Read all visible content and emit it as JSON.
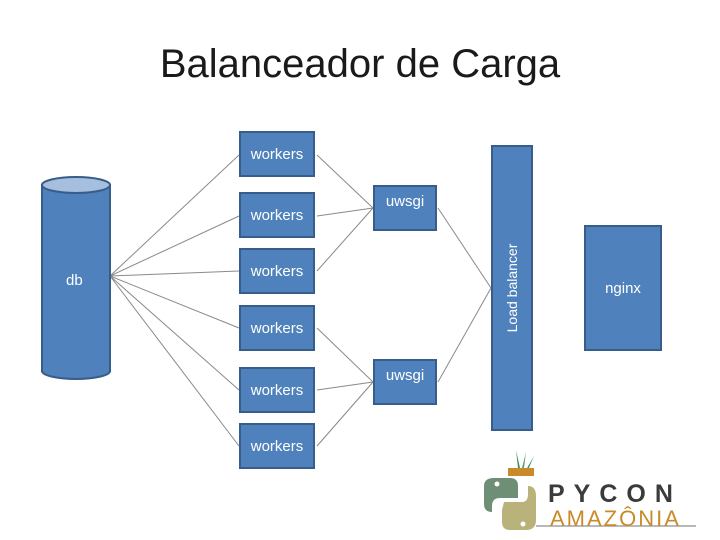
{
  "title": "Balanceador de Carga",
  "db_label": "db",
  "workers_label": "workers",
  "uwsgi_label": "uwsgi",
  "load_balancer_label": "Load balancer",
  "nginx_label": "nginx",
  "logo": {
    "line1": "PYCON",
    "line2": "AMAZÔNIA"
  },
  "colors": {
    "box_fill": "#4f81bd",
    "box_border": "#385d8a",
    "line": "#8a8a8a"
  }
}
